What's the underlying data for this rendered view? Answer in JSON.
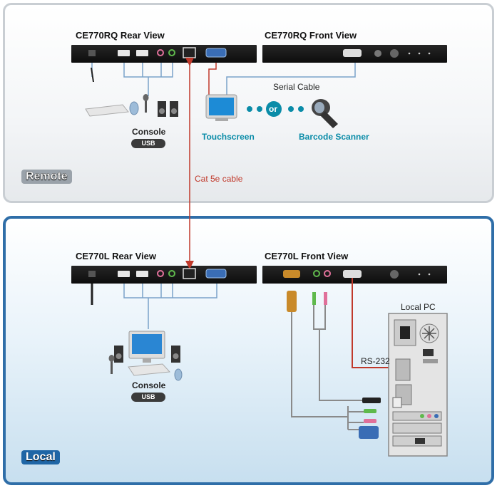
{
  "diagram": {
    "remote": {
      "rear_title": "CE770RQ Rear View",
      "front_title": "CE770RQ Front View",
      "serial_cable_label": "Serial Cable",
      "or_label": "or",
      "touchscreen_label": "Touchscreen",
      "barcode_label": "Barcode Scanner",
      "console_label": "Console",
      "usb_label": "USB",
      "badge": "Remote"
    },
    "cable_label": "Cat 5e cable",
    "local": {
      "rear_title": "CE770L Rear View",
      "front_title": "CE770L Front View",
      "local_pc_label": "Local PC",
      "rs232_label": "RS-232",
      "console_label": "Console",
      "usb_label": "USB",
      "badge": "Local"
    },
    "colors": {
      "link_line": "#7aa2c9",
      "cat5e": "#c0392b",
      "teal": "#0a8ca8",
      "local_border": "#2f6ea8"
    }
  }
}
